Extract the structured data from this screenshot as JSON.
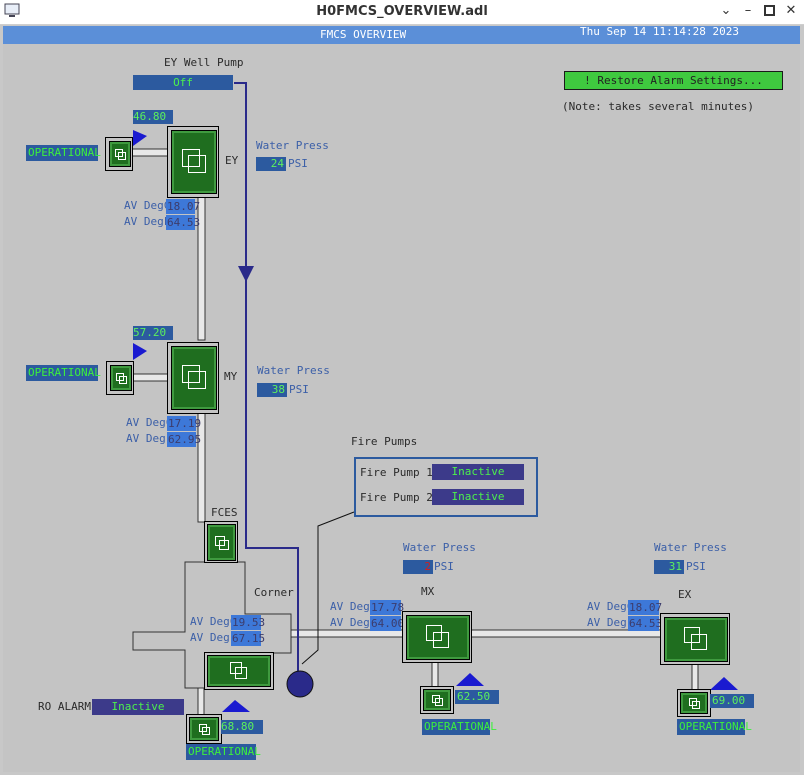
{
  "window": {
    "title": "H0FMCS_OVERVIEW.adl"
  },
  "banner": {
    "title": "FMCS OVERVIEW",
    "timestamp": "Thu Sep 14 11:14:28 2023"
  },
  "restore": {
    "label": "! Restore Alarm Settings...",
    "note": "(Note: takes several minutes)"
  },
  "ey_well_pump": {
    "label": "EY Well Pump",
    "status": "Off"
  },
  "ey": {
    "label": "EY",
    "setpoint": "46.80",
    "status": "OPERATIONAL",
    "water_press_label": "Water Press",
    "water_press": "24",
    "unit": "PSI",
    "deg_c_label": "AV DegC",
    "deg_c": "18.07",
    "deg_f_label": "AV DegF",
    "deg_f": "64.53"
  },
  "my": {
    "label": "MY",
    "setpoint": "57.20",
    "status": "OPERATIONAL",
    "water_press_label": "Water Press",
    "water_press": "38",
    "unit": "PSI",
    "deg_c_label": "AV DegC",
    "deg_c": "17.19",
    "deg_f_label": "AV DegF",
    "deg_f": "62.95"
  },
  "fces": {
    "label": "FCES"
  },
  "corner": {
    "label": "Corner",
    "setpoint": "68.80",
    "status": "OPERATIONAL",
    "deg_c_label": "AV DegC",
    "deg_c": "19.53",
    "deg_f_label": "AV DegF",
    "deg_f": "67.15"
  },
  "mx": {
    "label": "MX",
    "setpoint": "62.50",
    "status": "OPERATIONAL",
    "water_press_label": "Water Press",
    "water_press": "2",
    "unit": "PSI",
    "deg_c_label": "AV DegC",
    "deg_c": "17.78",
    "deg_f_label": "AV DegF",
    "deg_f": "64.00"
  },
  "ex": {
    "label": "EX",
    "setpoint": "69.00",
    "status": "OPERATIONAL",
    "water_press_label": "Water Press",
    "water_press": "31",
    "unit": "PSI",
    "deg_c_label": "AV DegC",
    "deg_c": "18.07",
    "deg_f_label": "AV DegF",
    "deg_f": "64.53"
  },
  "fire_pumps": {
    "title": "Fire Pumps",
    "pump1_label": "Fire Pump 1",
    "pump1_status": "Inactive",
    "pump2_label": "Fire Pump 2",
    "pump2_status": "Inactive"
  },
  "ro_alarm": {
    "label": "RO ALARM",
    "status": "Inactive"
  },
  "colors": {
    "banner": "#5b8fd8",
    "equipment": "#1f6e1f",
    "value_bg": "#2c5a9f",
    "value_text": "#4df04d",
    "pipe_flow": "#2a2a8a"
  }
}
